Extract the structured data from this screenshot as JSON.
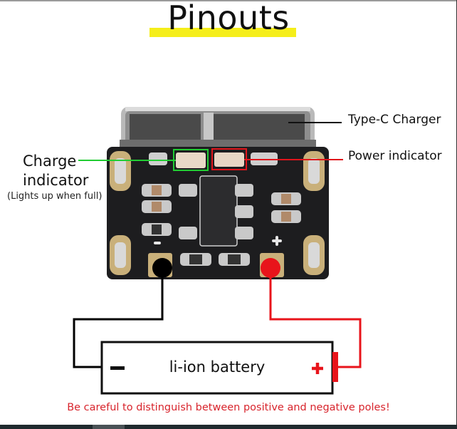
{
  "title": "Pinouts",
  "labels": {
    "charge_indicator_line1": "Charge",
    "charge_indicator_line2": "indicator",
    "charge_indicator_note": "(Lights up when full)",
    "type_c_charger": "Type-C Charger",
    "power_indicator": "Power indicator"
  },
  "battery": {
    "label": "li-ion battery",
    "negative_symbol": "−",
    "positive_symbol": "+"
  },
  "warning": "Be careful to distinguish between positive and negative poles!",
  "board": {
    "negative_pad_symbol": "−",
    "positive_pad_symbol": "+"
  },
  "colors": {
    "highlight": "#f5ee1a",
    "charge_indicator_line": "#22cc33",
    "power_indicator_line": "#e0151b",
    "negative_wire": "#000000",
    "positive_wire": "#e8141b",
    "warning_text": "#d8242c"
  }
}
